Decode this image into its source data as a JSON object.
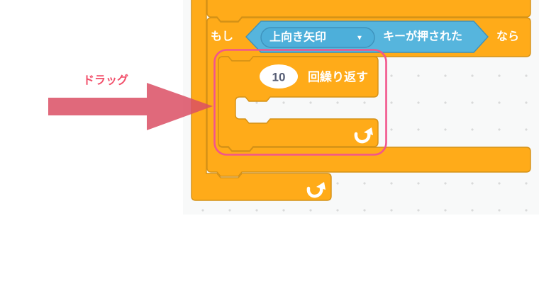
{
  "workspace": {
    "background_color": "#F8F9F9",
    "dot_color": "#D9DADA",
    "block_fill_color": "#FFAB19",
    "block_border_color": "#D49117"
  },
  "annotation": {
    "drag_label": "ドラッグ",
    "drag_label_color": "#F2506B",
    "arrow_color": "rgba(219,79,100,0.85)",
    "highlight_color": "#F2558C"
  },
  "if_block": {
    "if_label": "もし",
    "then_label": "なら",
    "condition": {
      "dropdown_value": "上向き矢印",
      "dropdown_arrow": "▼",
      "suffix_label": "キーが押された",
      "fill_color": "#56B5DD",
      "dropdown_fill_color": "#4DAFDA",
      "border_color": "#3E92BC"
    }
  },
  "repeat_block": {
    "count_value": "10",
    "count_text_color": "#575E75",
    "suffix_label": "回繰り返す"
  }
}
